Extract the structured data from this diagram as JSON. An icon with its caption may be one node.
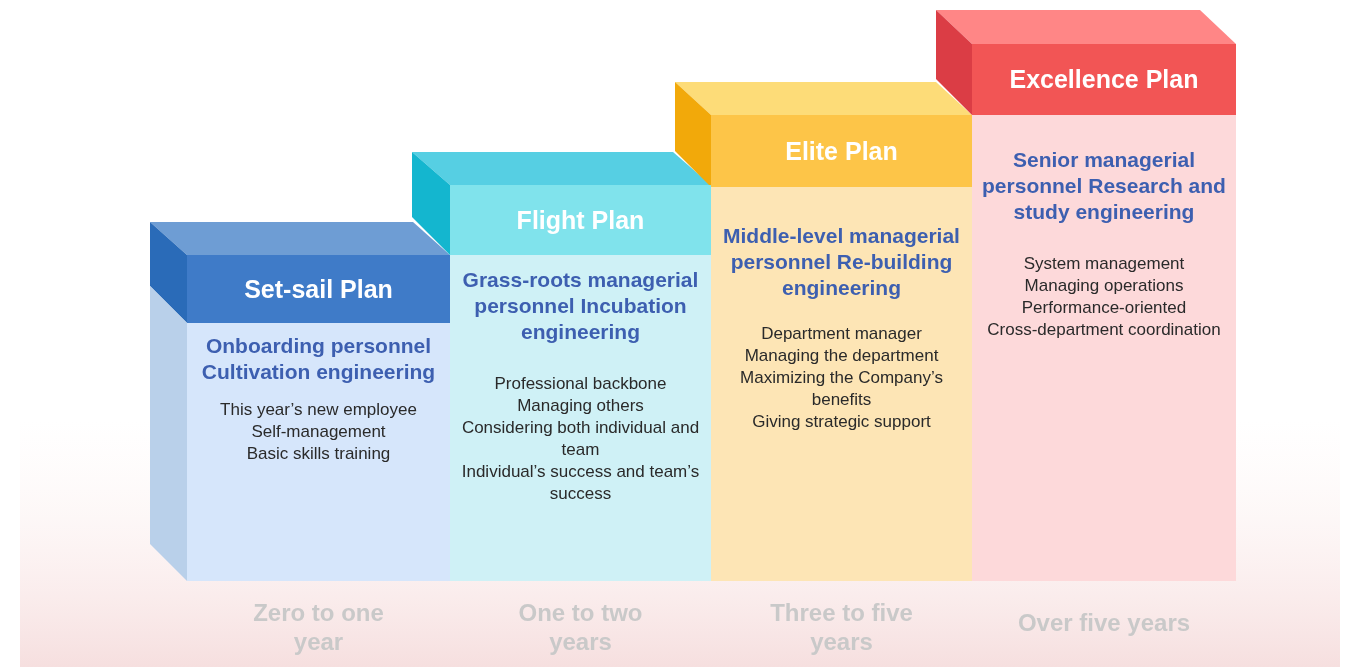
{
  "diagram": {
    "nodes": [
      {
        "text": [
          "Set-sail Plan",
          "Onboarding personnel Cultivation engineering",
          "This year’s new employee",
          "Self-management",
          "Basic skills training"
        ],
        "beside": [
          "Zero to one year"
        ]
      },
      {
        "text": [
          "Flight Plan",
          "Grass-roots managerial personnel Incubation engineering",
          "Professional backbone",
          "Managing others",
          "Considering both individual and team",
          "Individual’s success and team’s success"
        ],
        "beside": [
          "One to two years"
        ]
      },
      {
        "text": [
          "Elite Plan",
          "Middle-level managerial personnel Re-building engineering",
          "Department manager",
          "Managing the department",
          "Maximizing the Company’s benefits",
          "Giving strategic support"
        ],
        "beside": [
          "Three to five years"
        ]
      },
      {
        "text": [
          "Excellence Plan",
          "Senior managerial personnel Research and study engineering",
          "System management",
          "Managing operations",
          "Performance-oriented",
          "Cross-department coordination"
        ],
        "beside": [
          "Over five years"
        ]
      }
    ]
  }
}
